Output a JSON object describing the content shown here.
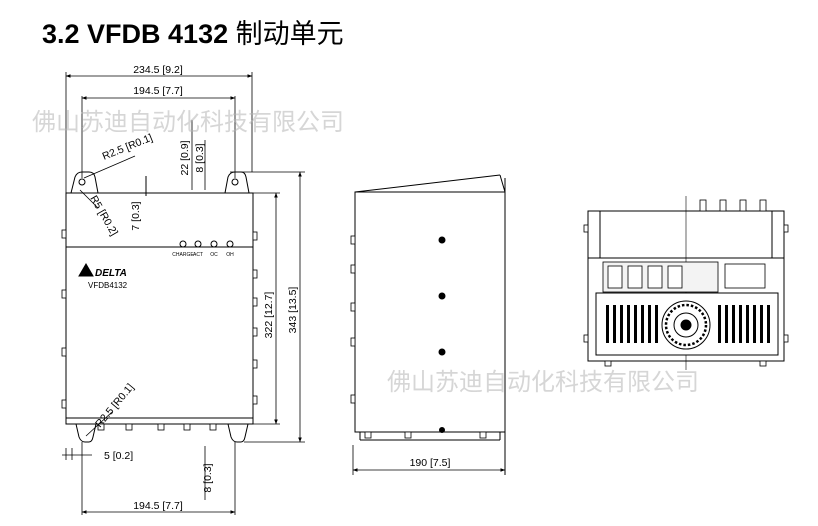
{
  "title": {
    "bold": "3.2 VFDB 4132 ",
    "cn": "制动单元"
  },
  "watermark": "佛山苏迪自动化科技有限公司",
  "front_view": {
    "brand": "DELTA",
    "model": "VFDB4132",
    "led_labels": [
      "CHARGE",
      "ACT",
      "OC",
      "OH"
    ],
    "dims": {
      "overall_width": "234.5 [9.2]",
      "top_hole_spacing": "194.5 [7.7]",
      "top_radius": "R2.5 [R0.1]",
      "top_offset_22": "22 [0.9]",
      "top_offset_8": "8 [0.3]",
      "corner_radius": "R5 [R0.2]",
      "edge_7": "7 [0.3]",
      "height_322": "322 [12.7]",
      "height_343": "343 [13.5]",
      "bottom_radius": "R2.5 [R0.1]",
      "bottom_5": "5 [0.2]",
      "bottom_8": "8 [0.3]",
      "bottom_hole_spacing": "194.5 [7.7]"
    }
  },
  "side_view": {
    "dims": {
      "depth": "190 [7.5]"
    }
  },
  "colors": {
    "line": "#000000",
    "watermark": "#b4b4b4"
  }
}
